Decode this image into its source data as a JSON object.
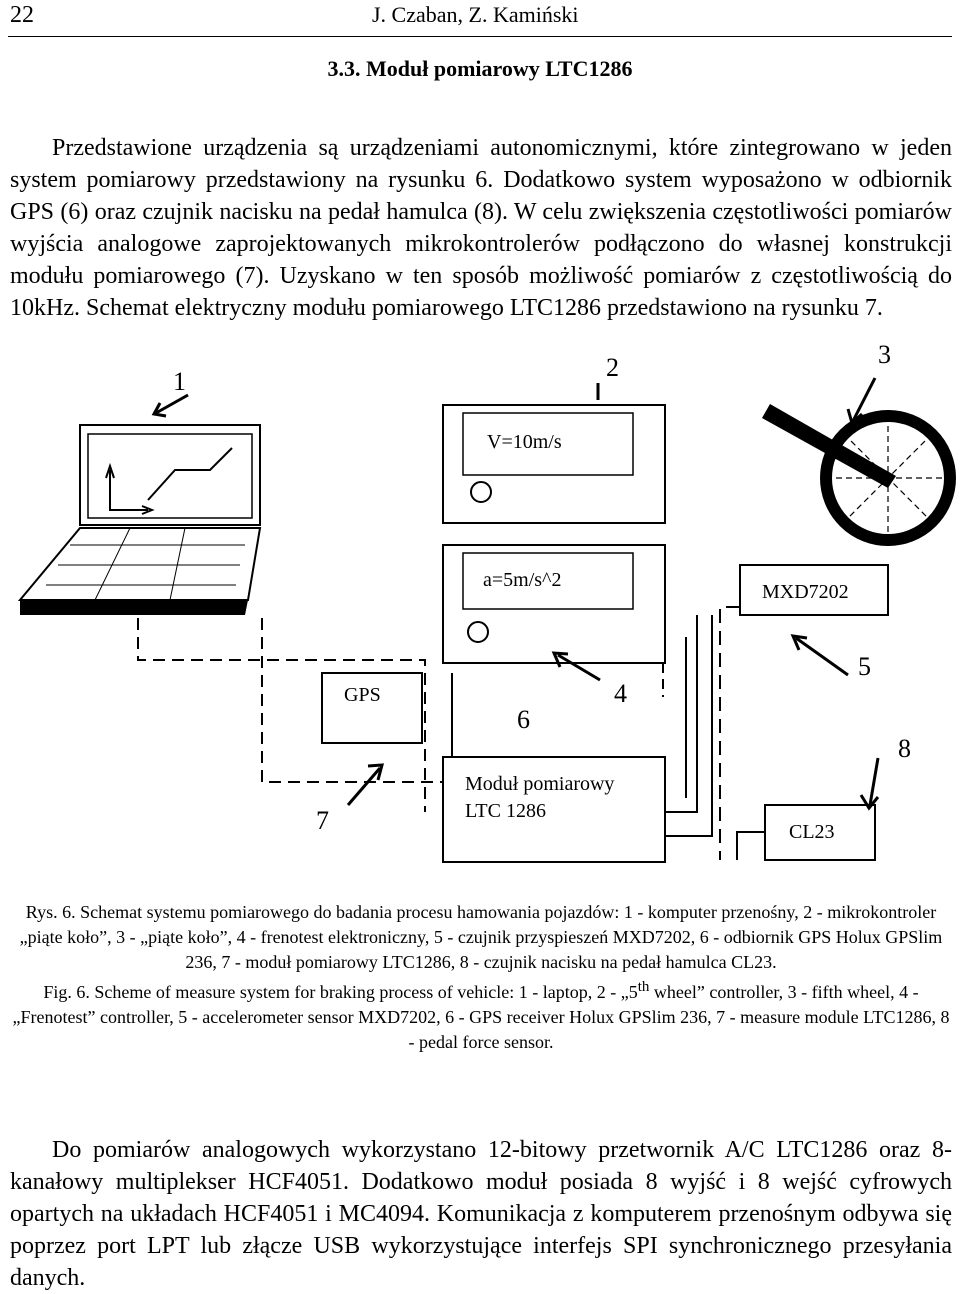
{
  "header": {
    "page_number": "22",
    "authors": "J. Czaban, Z. Kamiński"
  },
  "section_title": "3.3. Moduł pomiarowy LTC1286",
  "paragraph1": "Przedstawione urządzenia są urządzeniami autonomicznymi, które zintegrowano w jeden system pomiarowy przedstawiony na rysunku 6. Dodatkowo system wyposażono w odbiornik GPS (6) oraz czujnik nacisku na pedał hamulca (8). W celu zwiększenia częstotliwości pomiarów wyjścia analogowe zaprojektowanych mikrokontrolerów podłączono do własnej konstrukcji modułu pomiarowego (7). Uzyskano w ten sposób możliwość pomiarów z częstotliwością do 10kHz. Schemat elektryczny modułu pomiarowego LTC1286 przedstawiono na rysunku 7.",
  "diagram": {
    "labels": {
      "n1": "1",
      "n2": "2",
      "n3": "3",
      "n4": "4",
      "n5": "5",
      "n6": "6",
      "n7": "7",
      "n8": "8"
    },
    "fifth_wheel_controller": "V=10m/s",
    "frenotest_controller": "a=5m/s^2",
    "accelerometer": "MXD7202",
    "gps": "GPS",
    "module_line1": "Moduł pomiarowy",
    "module_line2": "LTC 1286",
    "pedal_sensor": "CL23"
  },
  "caption_pl": "Rys. 6. Schemat systemu pomiarowego do badania procesu hamowania pojazdów: 1 - komputer przenośny, 2 - mikrokontroler „piąte koło”, 3 - „piąte koło”, 4 - frenotest elektroniczny, 5 - czujnik przyspieszeń MXD7202, 6 - odbiornik GPS Holux GPSlim 236, 7 - moduł pomiarowy LTC1286, 8 - czujnik nacisku na pedał hamulca CL23.",
  "caption_en_part1": "Fig. 6. Scheme of measure system for braking process of vehicle: 1 - laptop, 2 - „5",
  "caption_en_sup": "th",
  "caption_en_part2": " wheel” controller, 3 - fifth wheel, 4 - „Frenotest” controller, 5 - accelerometer sensor MXD7202, 6 - GPS receiver Holux GPSlim 236, 7 - measure module LTC1286, 8 - pedal force sensor.",
  "paragraph2": "Do pomiarów analogowych wykorzystano 12-bitowy przetwornik A/C LTC1286 oraz 8-kanałowy multiplekser HCF4051. Dodatkowo moduł posiada 8 wyjść i 8 wejść cyfrowych opartych na układach HCF4051 i MC4094. Komunikacja z komputerem przenośnym odbywa się poprzez port LPT lub złącze USB wykorzystujące interfejs SPI synchronicznego przesyłania danych."
}
